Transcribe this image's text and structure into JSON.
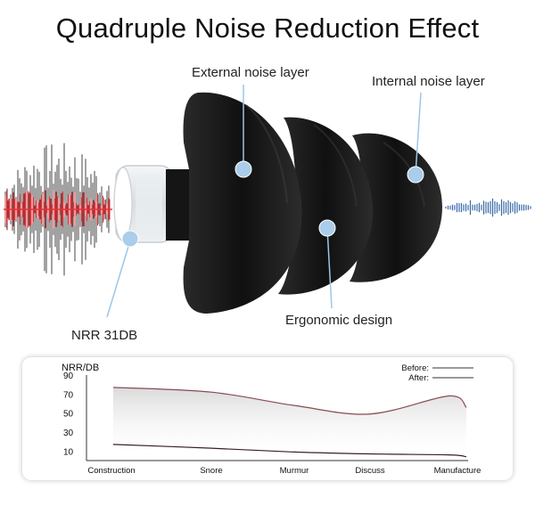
{
  "title": "Quadruple Noise Reduction Effect",
  "callouts": {
    "external": "External noise layer",
    "internal": "Internal noise layer",
    "ergonomic": "Ergonomic design",
    "nrr": "NRR 31DB"
  },
  "colors": {
    "accent_dot": "#a9cdea",
    "noise_red": "#e0343a",
    "noise_gray": "#444444",
    "wave_blue": "#3a6aa8",
    "earplug": "#1b1b1b",
    "before_curve": "#8a4a52",
    "after_curve": "#3a1f24"
  },
  "chart_data": {
    "type": "area",
    "ylabel": "NRR/DB",
    "xlabel": "",
    "yticks": [
      90,
      70,
      50,
      30,
      10
    ],
    "ylim": [
      0,
      90
    ],
    "categories": [
      "Construction",
      "Snore",
      "Murmur",
      "Discuss",
      "Manufacture"
    ],
    "legend": [
      {
        "label": "Before:"
      },
      {
        "label": "After:"
      }
    ],
    "legend_position": "top-right",
    "series": [
      {
        "name": "Before:",
        "values": [
          77,
          72,
          58,
          49,
          68,
          56
        ]
      },
      {
        "name": "After:",
        "values": [
          17,
          13,
          9,
          7,
          6,
          4
        ]
      }
    ],
    "x_positions": [
      0,
      1,
      2,
      3,
      3.9,
      4.1
    ]
  }
}
